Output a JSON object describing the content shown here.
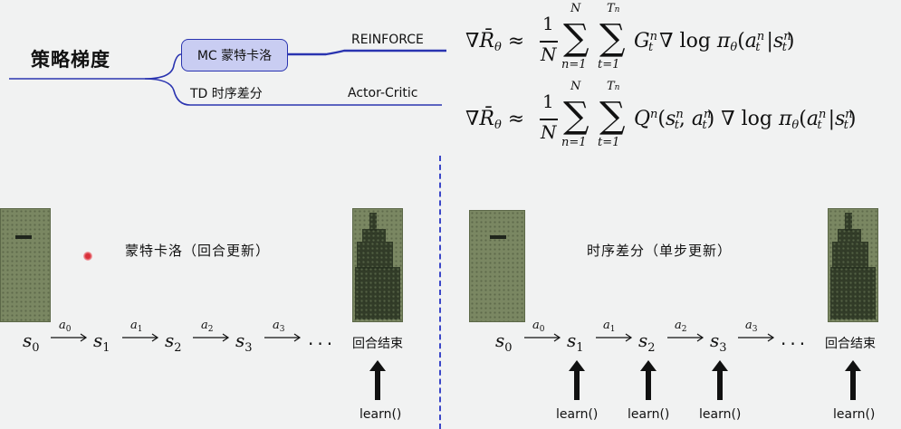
{
  "mindmap": {
    "root": "策略梯度",
    "branch_mc": "MC 蒙特卡洛",
    "branch_td": "TD 时序差分",
    "algo_mc": "REINFORCE",
    "algo_td": "Actor-Critic",
    "line_color": "#2a34b0",
    "box_fill": "#c9cdf2"
  },
  "formulas": {
    "f1_term": "G",
    "f2_term": "Q"
  },
  "left_panel": {
    "title": "蒙特卡洛（回合更新）",
    "states": [
      {
        "s": "s",
        "i": "0"
      },
      {
        "s": "s",
        "i": "1"
      },
      {
        "s": "s",
        "i": "2"
      },
      {
        "s": "s",
        "i": "3"
      }
    ],
    "actions": [
      {
        "a": "a",
        "i": "0"
      },
      {
        "a": "a",
        "i": "1"
      },
      {
        "a": "a",
        "i": "2"
      },
      {
        "a": "a",
        "i": "3"
      }
    ],
    "ellipsis": "...",
    "end_label": "回合结束",
    "learn_label": "learn()"
  },
  "right_panel": {
    "title": "时序差分（单步更新）",
    "states": [
      {
        "s": "s",
        "i": "0"
      },
      {
        "s": "s",
        "i": "1"
      },
      {
        "s": "s",
        "i": "2"
      },
      {
        "s": "s",
        "i": "3"
      }
    ],
    "actions": [
      {
        "a": "a",
        "i": "0"
      },
      {
        "a": "a",
        "i": "1"
      },
      {
        "a": "a",
        "i": "2"
      },
      {
        "a": "a",
        "i": "3"
      }
    ],
    "ellipsis": "...",
    "end_label": "回合结束",
    "learn_labels": [
      "learn()",
      "learn()",
      "learn()",
      "learn()"
    ]
  },
  "colors": {
    "divider": "#3a46c8",
    "board_green": "#7a8762",
    "highlight_dot": "#d9303a"
  }
}
